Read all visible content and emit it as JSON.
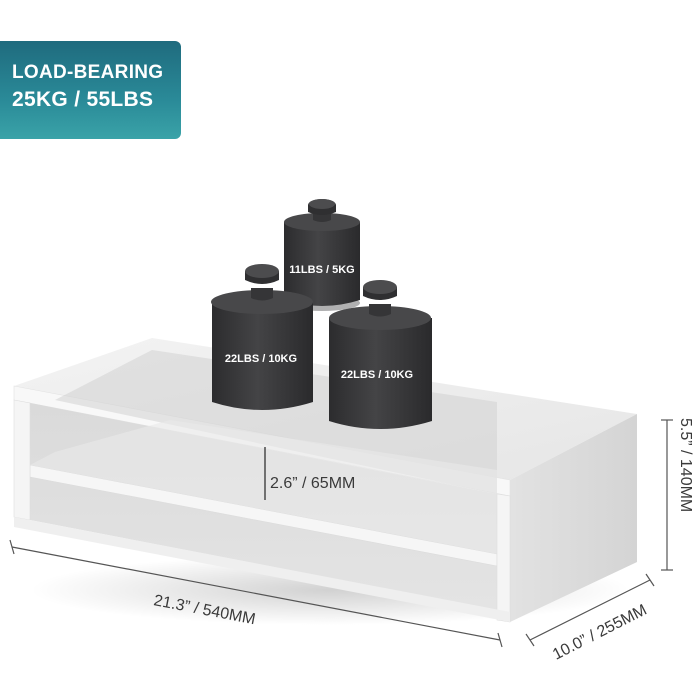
{
  "badge": {
    "line1": "LOAD-BEARING",
    "line2": "25KG / 55LBS",
    "gradient_top": "#1f6b7e",
    "gradient_bottom": "#3aa3a8"
  },
  "weights": {
    "top": "11LBS / 5KG",
    "left": "22LBS / 10KG",
    "right": "22LBS / 10KG",
    "color": "#3a3a3c"
  },
  "dimensions": {
    "shelf_gap": "2.6” / 65MM",
    "height": "5.5” / 140MM",
    "width": "21.3” / 540MM",
    "depth": "10.0” / 255MM"
  }
}
